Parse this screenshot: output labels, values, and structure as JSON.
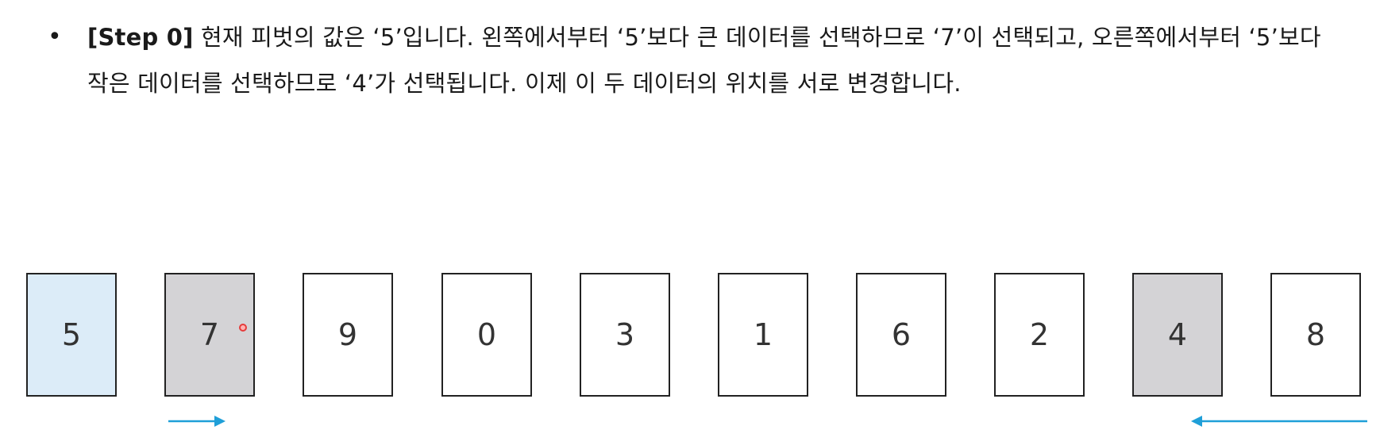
{
  "description": {
    "bullet": "•",
    "step_label": "[Step 0]",
    "text_body": " 현재 피벗의 값은 ‘5’입니다. 왼쪽에서부터 ‘5’보다 큰 데이터를 선택하므로 ‘7’이 선택되고, 오른쪽에서부터 ‘5’보다 작은 데이터를 선택하므로 ‘4’가 선택됩니다. 이제 이 두 데이터의 위치를 서로 변경합니다."
  },
  "array": {
    "cards": [
      {
        "value": "5",
        "state": "pivot"
      },
      {
        "value": "7",
        "state": "selected"
      },
      {
        "value": "9",
        "state": "normal"
      },
      {
        "value": "0",
        "state": "normal"
      },
      {
        "value": "3",
        "state": "normal"
      },
      {
        "value": "1",
        "state": "normal"
      },
      {
        "value": "6",
        "state": "normal"
      },
      {
        "value": "2",
        "state": "normal"
      },
      {
        "value": "4",
        "state": "selected"
      },
      {
        "value": "8",
        "state": "normal"
      }
    ]
  },
  "colors": {
    "pivot_fill": "#dcecf8",
    "selected_fill": "#d4d3d6",
    "arrow": "#1f9fd8",
    "cursor": "#e53b3b"
  }
}
